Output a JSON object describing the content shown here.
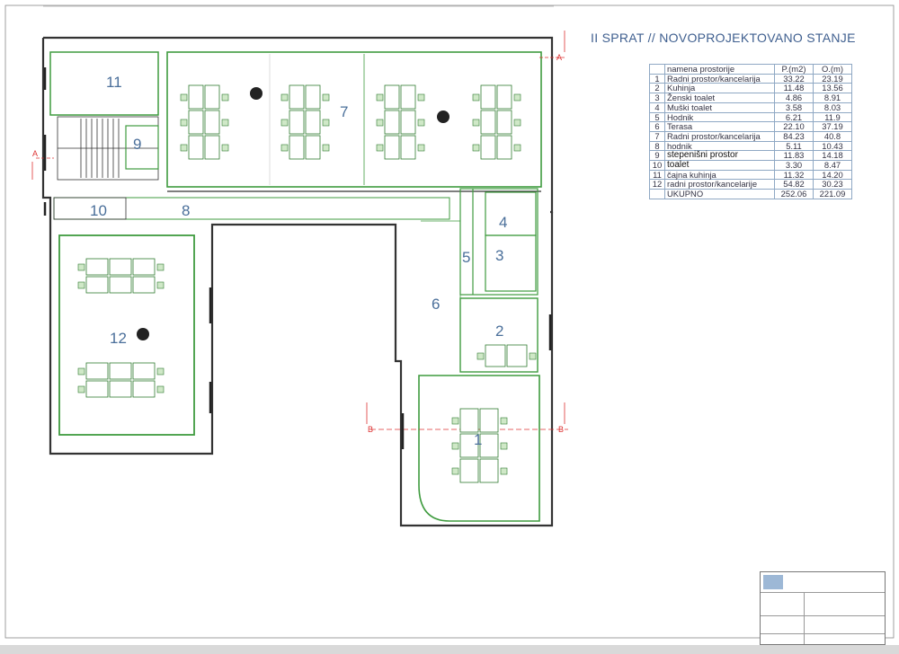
{
  "title": "II SPRAT // NOVOPROJEKTOVANO STANJE",
  "table": {
    "headers": [
      "",
      "namena prostorije",
      "P.(m2)",
      "O.(m)"
    ],
    "rows": [
      {
        "num": "1",
        "name": "Radni prostor/kancelarija",
        "area": "33.22",
        "perimeter": "23.19"
      },
      {
        "num": "2",
        "name": "Kuhinja",
        "area": "11.48",
        "perimeter": "13.56"
      },
      {
        "num": "3",
        "name": "Ženski toalet",
        "area": "4.86",
        "perimeter": "8.91"
      },
      {
        "num": "4",
        "name": "Muški toalet",
        "area": "3.58",
        "perimeter": "8.03"
      },
      {
        "num": "5",
        "name": "Hodnik",
        "area": "6.21",
        "perimeter": "11.9"
      },
      {
        "num": "6",
        "name": "Terasa",
        "area": "22.10",
        "perimeter": "37.19"
      },
      {
        "num": "7",
        "name": "Radni prostor/kancelarija",
        "area": "84.23",
        "perimeter": "40.8"
      },
      {
        "num": "8",
        "name": " hodnik",
        "area": "5.11",
        "perimeter": "10.43"
      },
      {
        "num": "9",
        "name": "stepenišni prostor",
        "area": "11.83",
        "perimeter": "14.18"
      },
      {
        "num": "10",
        "name": "toalet",
        "area": "3.30",
        "perimeter": "8.47"
      },
      {
        "num": "11",
        "name": "čajna kuhinja",
        "area": "11.32",
        "perimeter": "14.20"
      },
      {
        "num": "12",
        "name": " radni prostor/kancelarije",
        "area": "54.82",
        "perimeter": "30.23"
      }
    ],
    "total": {
      "label": "UKUPNO",
      "area": "252.06",
      "perimeter": "221.09"
    }
  },
  "plan": {
    "rooms": [
      "1",
      "2",
      "3",
      "4",
      "5",
      "6",
      "7",
      "8",
      "9",
      "10",
      "11",
      "12"
    ],
    "section_marks": [
      "A",
      "A",
      "B",
      "B"
    ]
  },
  "colors": {
    "wall": "#333333",
    "inner_wall": "#3f9b3f",
    "room_label": "#4a6f9a",
    "furniture": "#2f7a2f"
  }
}
